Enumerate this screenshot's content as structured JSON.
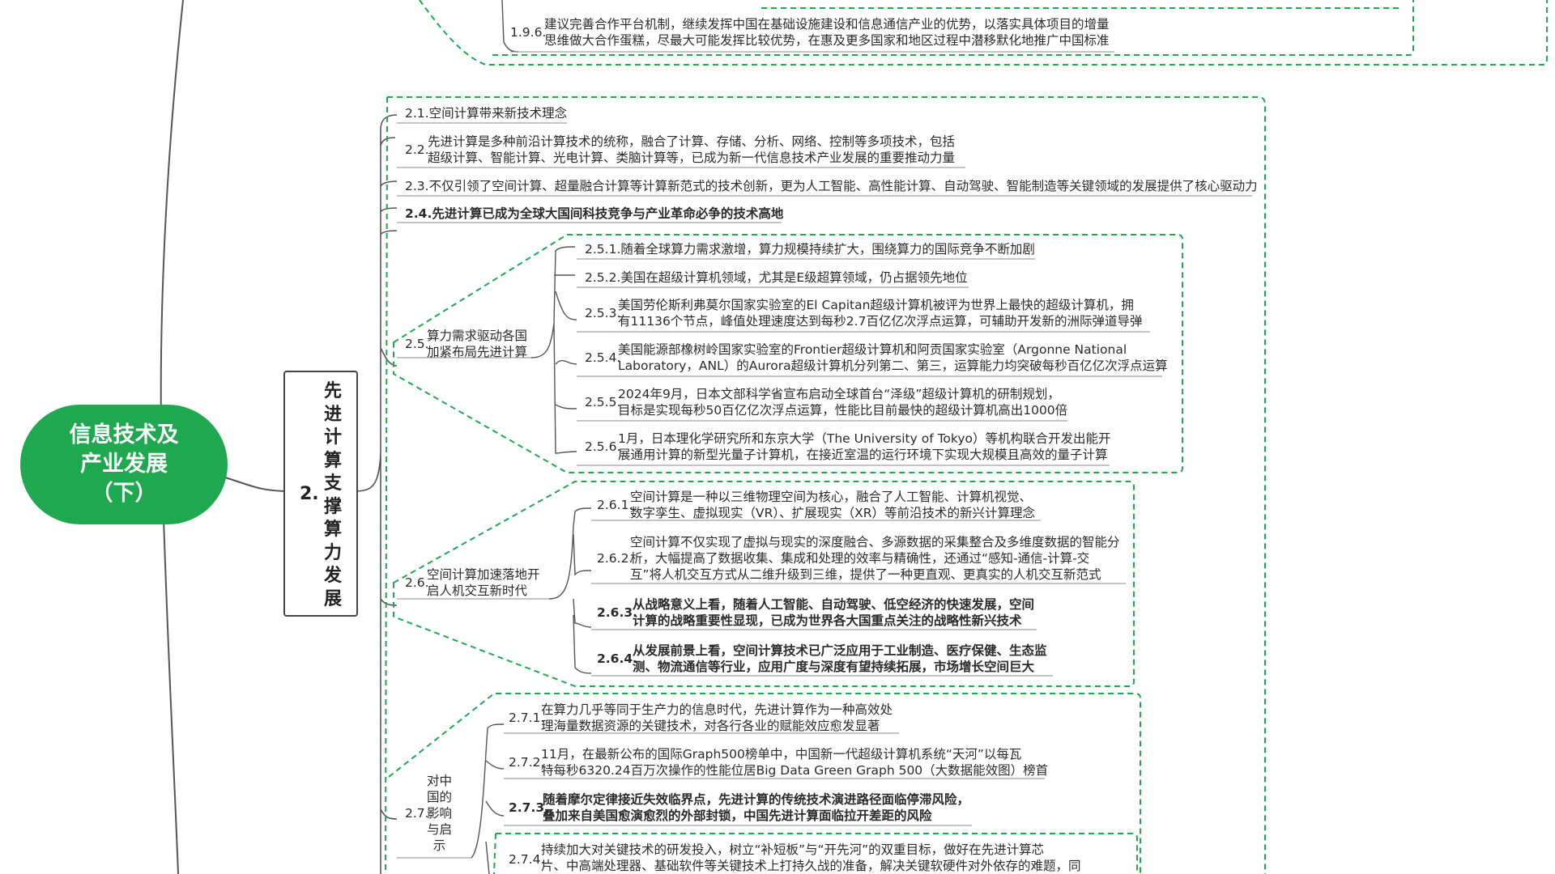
{
  "colors": {
    "root_fill": "#1fa84f",
    "dash_green": "#1fa84f",
    "highlight_red": "#e8121c",
    "line_gray": "#555555"
  },
  "root": {
    "label_lines": [
      "信息技术及",
      "产业发展",
      "（下）"
    ]
  },
  "branch2": {
    "number": "2.",
    "title_chars": [
      "先",
      "进",
      "计",
      "算",
      "支",
      "撑",
      "算",
      "力",
      "发",
      "展"
    ]
  },
  "top_item": {
    "number": "1.9.6.",
    "lines": [
      "建议完善合作平台机制，继续发挥中国在基础设施建设和信息通信产业的优势，以落实具体项目的增量",
      "思维做大合作蛋糕，尽最大可能发挥比较优势，在惠及更多国家和地区过程中潜移默化地推广中国标准"
    ]
  },
  "items": {
    "i21": {
      "number": "2.1.",
      "lines": [
        "空间计算带来新技术理念"
      ]
    },
    "i22": {
      "number": "2.2.",
      "lines": [
        "先进计算是多种前沿计算技术的统称，融合了计算、存储、分析、网络、控制等多项技术，包括",
        "超级计算、智能计算、光电计算、类脑计算等，已成为新一代信息技术产业发展的重要推动力量"
      ]
    },
    "i23": {
      "number": "2.3.",
      "lines": [
        "不仅引领了空间计算、超量融合计算等计算新范式的技术创新，更为人工智能、高性能计算、自动驾驶、智能制造等关键领域的发展提供了核心驱动力"
      ]
    },
    "i24": {
      "number": "2.4.",
      "lines": [
        "先进计算已成为全球大国间科技竞争与产业革命必争的技术高地"
      ]
    },
    "i25": {
      "number": "2.5.",
      "lines": [
        "算力需求驱动各国",
        "加紧布局先进计算"
      ]
    },
    "i251": {
      "number": "2.5.1.",
      "lines": [
        "随着全球算力需求激增，算力规模持续扩大，围绕算力的国际竞争不断加剧"
      ]
    },
    "i252": {
      "number": "2.5.2.",
      "lines": [
        "美国在超级计算机领域，尤其是E级超算领域，仍占据领先地位"
      ]
    },
    "i253": {
      "number": "2.5.3.",
      "lines": [
        "美国劳伦斯利弗莫尔国家实验室的El Capitan超级计算机被评为世界上最快的超级计算机，拥",
        "有11136个节点，峰值处理速度达到每秒2.7百亿亿次浮点运算，可辅助开发新的洲际弹道导弹"
      ]
    },
    "i254": {
      "number": "2.5.4.",
      "lines": [
        "美国能源部橡树岭国家实验室的Frontier超级计算机和阿贡国家实验室（Argonne National",
        "Laboratory，ANL）的Aurora超级计算机分列第二、第三，运算能力均突破每秒百亿亿次浮点运算"
      ]
    },
    "i255": {
      "number": "2.5.5.",
      "lines": [
        "2024年9月，日本文部科学省宣布启动全球首台“泽级”超级计算机的研制规划，",
        "目标是实现每秒50百亿亿次浮点运算，性能比目前最快的超级计算机高出1000倍"
      ]
    },
    "i256": {
      "number": "2.5.6.",
      "lines": [
        "1月，日本理化学研究所和东京大学（The University of Tokyo）等机构联合开发出能开",
        "展通用计算的新型光量子计算机，在接近室温的运行环境下实现大规模且高效的量子计算"
      ]
    },
    "i26": {
      "number": "2.6.",
      "lines": [
        "空间计算加速落地开",
        "启人机交互新时代"
      ]
    },
    "i261": {
      "number": "2.6.1.",
      "lines": [
        "空间计算是一种以三维物理空间为核心，融合了人工智能、计算机视觉、",
        "数字孪生、虚拟现实（VR）、扩展现实（XR）等前沿技术的新兴计算理念"
      ]
    },
    "i262": {
      "number": "2.6.2.",
      "lines": [
        "空间计算不仅实现了虚拟与现实的深度融合、多源数据的采集整合及多维度数据的智能分",
        "析，大幅提高了数据收集、集成和处理的效率与精确性，还通过“感知-通信-计算-交",
        "互”将人机交互方式从二维升级到三维，提供了一种更直观、更真实的人机交互新范式"
      ]
    },
    "i263": {
      "number": "2.6.3.",
      "lines": [
        "从战略意义上看，随着人工智能、自动驾驶、低空经济的快速发展，空间",
        "计算的战略重要性显现，已成为世界各大国重点关注的战略性新兴技术"
      ]
    },
    "i264": {
      "number": "2.6.4.",
      "lines": [
        "从发展前景上看，空间计算技术已广泛应用于工业制造、医疗保健、生态监",
        "测、物流通信等行业，应用广度与深度有望持续拓展，市场增长空间巨大"
      ]
    },
    "i27": {
      "number": "2.7.",
      "lines": [
        "对中",
        "国的",
        "影响",
        "与启",
        "示"
      ]
    },
    "i271": {
      "number": "2.7.1.",
      "lines": [
        "在算力几乎等同于生产力的信息时代，先进计算作为一种高效处",
        "理海量数据资源的关键技术，对各行各业的赋能效应愈发显著"
      ]
    },
    "i272": {
      "number": "2.7.2.",
      "lines": [
        "11月，在最新公布的国际Graph500榜单中，中国新一代超级计算机系统“天河”以每瓦",
        "特每秒6320.24百万次操作的性能位居Big Data Green Graph 500（大数据能效图）榜首"
      ]
    },
    "i273": {
      "number": "2.7.3.",
      "lines": [
        "随着摩尔定律接近失效临界点，先进计算的传统技术演进路径面临停滞风险，",
        "叠加来自美国愈演愈烈的外部封锁，中国先进计算面临拉开差距的风险"
      ]
    },
    "i274": {
      "number": "2.7.4.",
      "lines": [
        "持续加大对关键技术的研发投入，树立“补短板”与“开先河”的双重目标，做好在先进计算芯",
        "片、中高端处理器、基础软件等关键技术上打持久战的准备，解决关键软硬件对外依存的难题，同"
      ]
    }
  }
}
